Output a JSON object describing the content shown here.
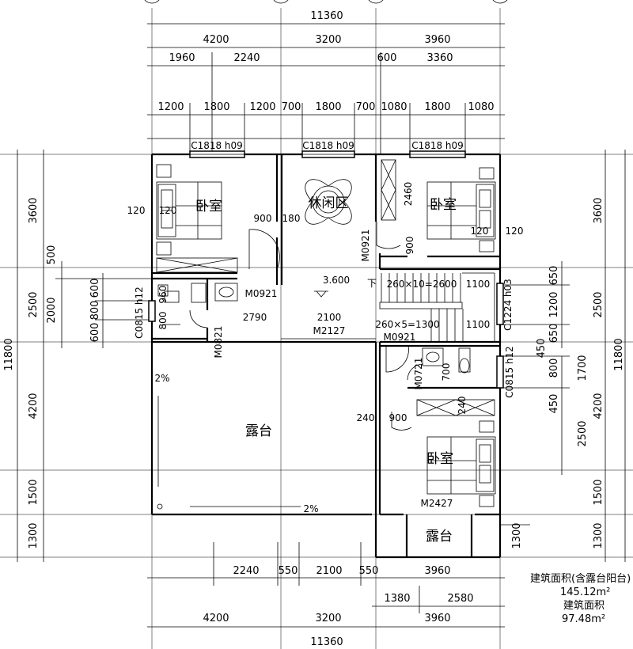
{
  "dimensions": {
    "total_width": "11360",
    "top_row1": [
      "4200",
      "3200",
      "3960"
    ],
    "top_row2": [
      "1960",
      "2240",
      "600",
      "3360"
    ],
    "top_row3": [
      "1200",
      "1800",
      "1200",
      "700",
      "1800",
      "700",
      "1080",
      "1800",
      "1080"
    ],
    "bottom_row1": [
      "2240",
      "550",
      "2100",
      "550",
      "3960"
    ],
    "bottom_row2": [
      "1380",
      "2580"
    ],
    "bottom_row3": [
      "4200",
      "3200",
      "3960"
    ],
    "left_outer": [
      "3600",
      "2500",
      "4200",
      "1500",
      "1300"
    ],
    "left_total": "11800",
    "left_inner": [
      "500",
      "2000"
    ],
    "left_bath": [
      "600",
      "800",
      "600"
    ],
    "right_outer": [
      "3600",
      "2500",
      "4200",
      "1500",
      "1300"
    ],
    "right_total": "11800",
    "right_stair": [
      "650",
      "1200",
      "650"
    ],
    "right_bath": [
      "450",
      "800",
      "450"
    ],
    "right_inner": [
      "1700",
      "2500"
    ],
    "right_bottom_inner": "1300"
  },
  "rooms": {
    "bedroom1": "卧室",
    "leisure": "休闲区",
    "bedroom2": "卧室",
    "terrace_main": "露台",
    "bedroom3": "卧室",
    "terrace_small": "露台"
  },
  "labels": {
    "window1": "C1818 h09",
    "window2": "C1818 h09",
    "window3": "C1818 h09",
    "door_m0921_a": "M0921",
    "door_m0921_b": "M0921",
    "door_m0921_c": "M0921",
    "door_m0821": "M0821",
    "door_m2127": "M2127",
    "door_m0721": "M0721",
    "door_m2427": "M2427",
    "window_c0815_a": "C0815 h12",
    "window_c0815_b": "C0815 h12",
    "window_c1224": "C1224 h03",
    "elevation": "3.600",
    "stair_upper": "260×10=2600",
    "stair_lower": "260×5=1300",
    "stair_down": "下",
    "slope1": "2%",
    "slope2": "2%",
    "d120_a": "120",
    "d120_b": "120",
    "d120_c": "120",
    "d120_d": "120",
    "d900_a": "900",
    "d900_b": "900",
    "d900_c": "900",
    "d180": "180",
    "d2460": "2460",
    "d1100_a": "1100",
    "d1100_b": "1100",
    "d2790": "2790",
    "d2100": "2100",
    "d960": "960",
    "d800": "800",
    "d240_a": "240",
    "d240_b": "240",
    "d700": "700"
  },
  "area_info": {
    "line1": "建筑面积(含露台阳台)",
    "line2": "145.12m²",
    "line3": "建筑面积",
    "line4": "97.48m²"
  }
}
